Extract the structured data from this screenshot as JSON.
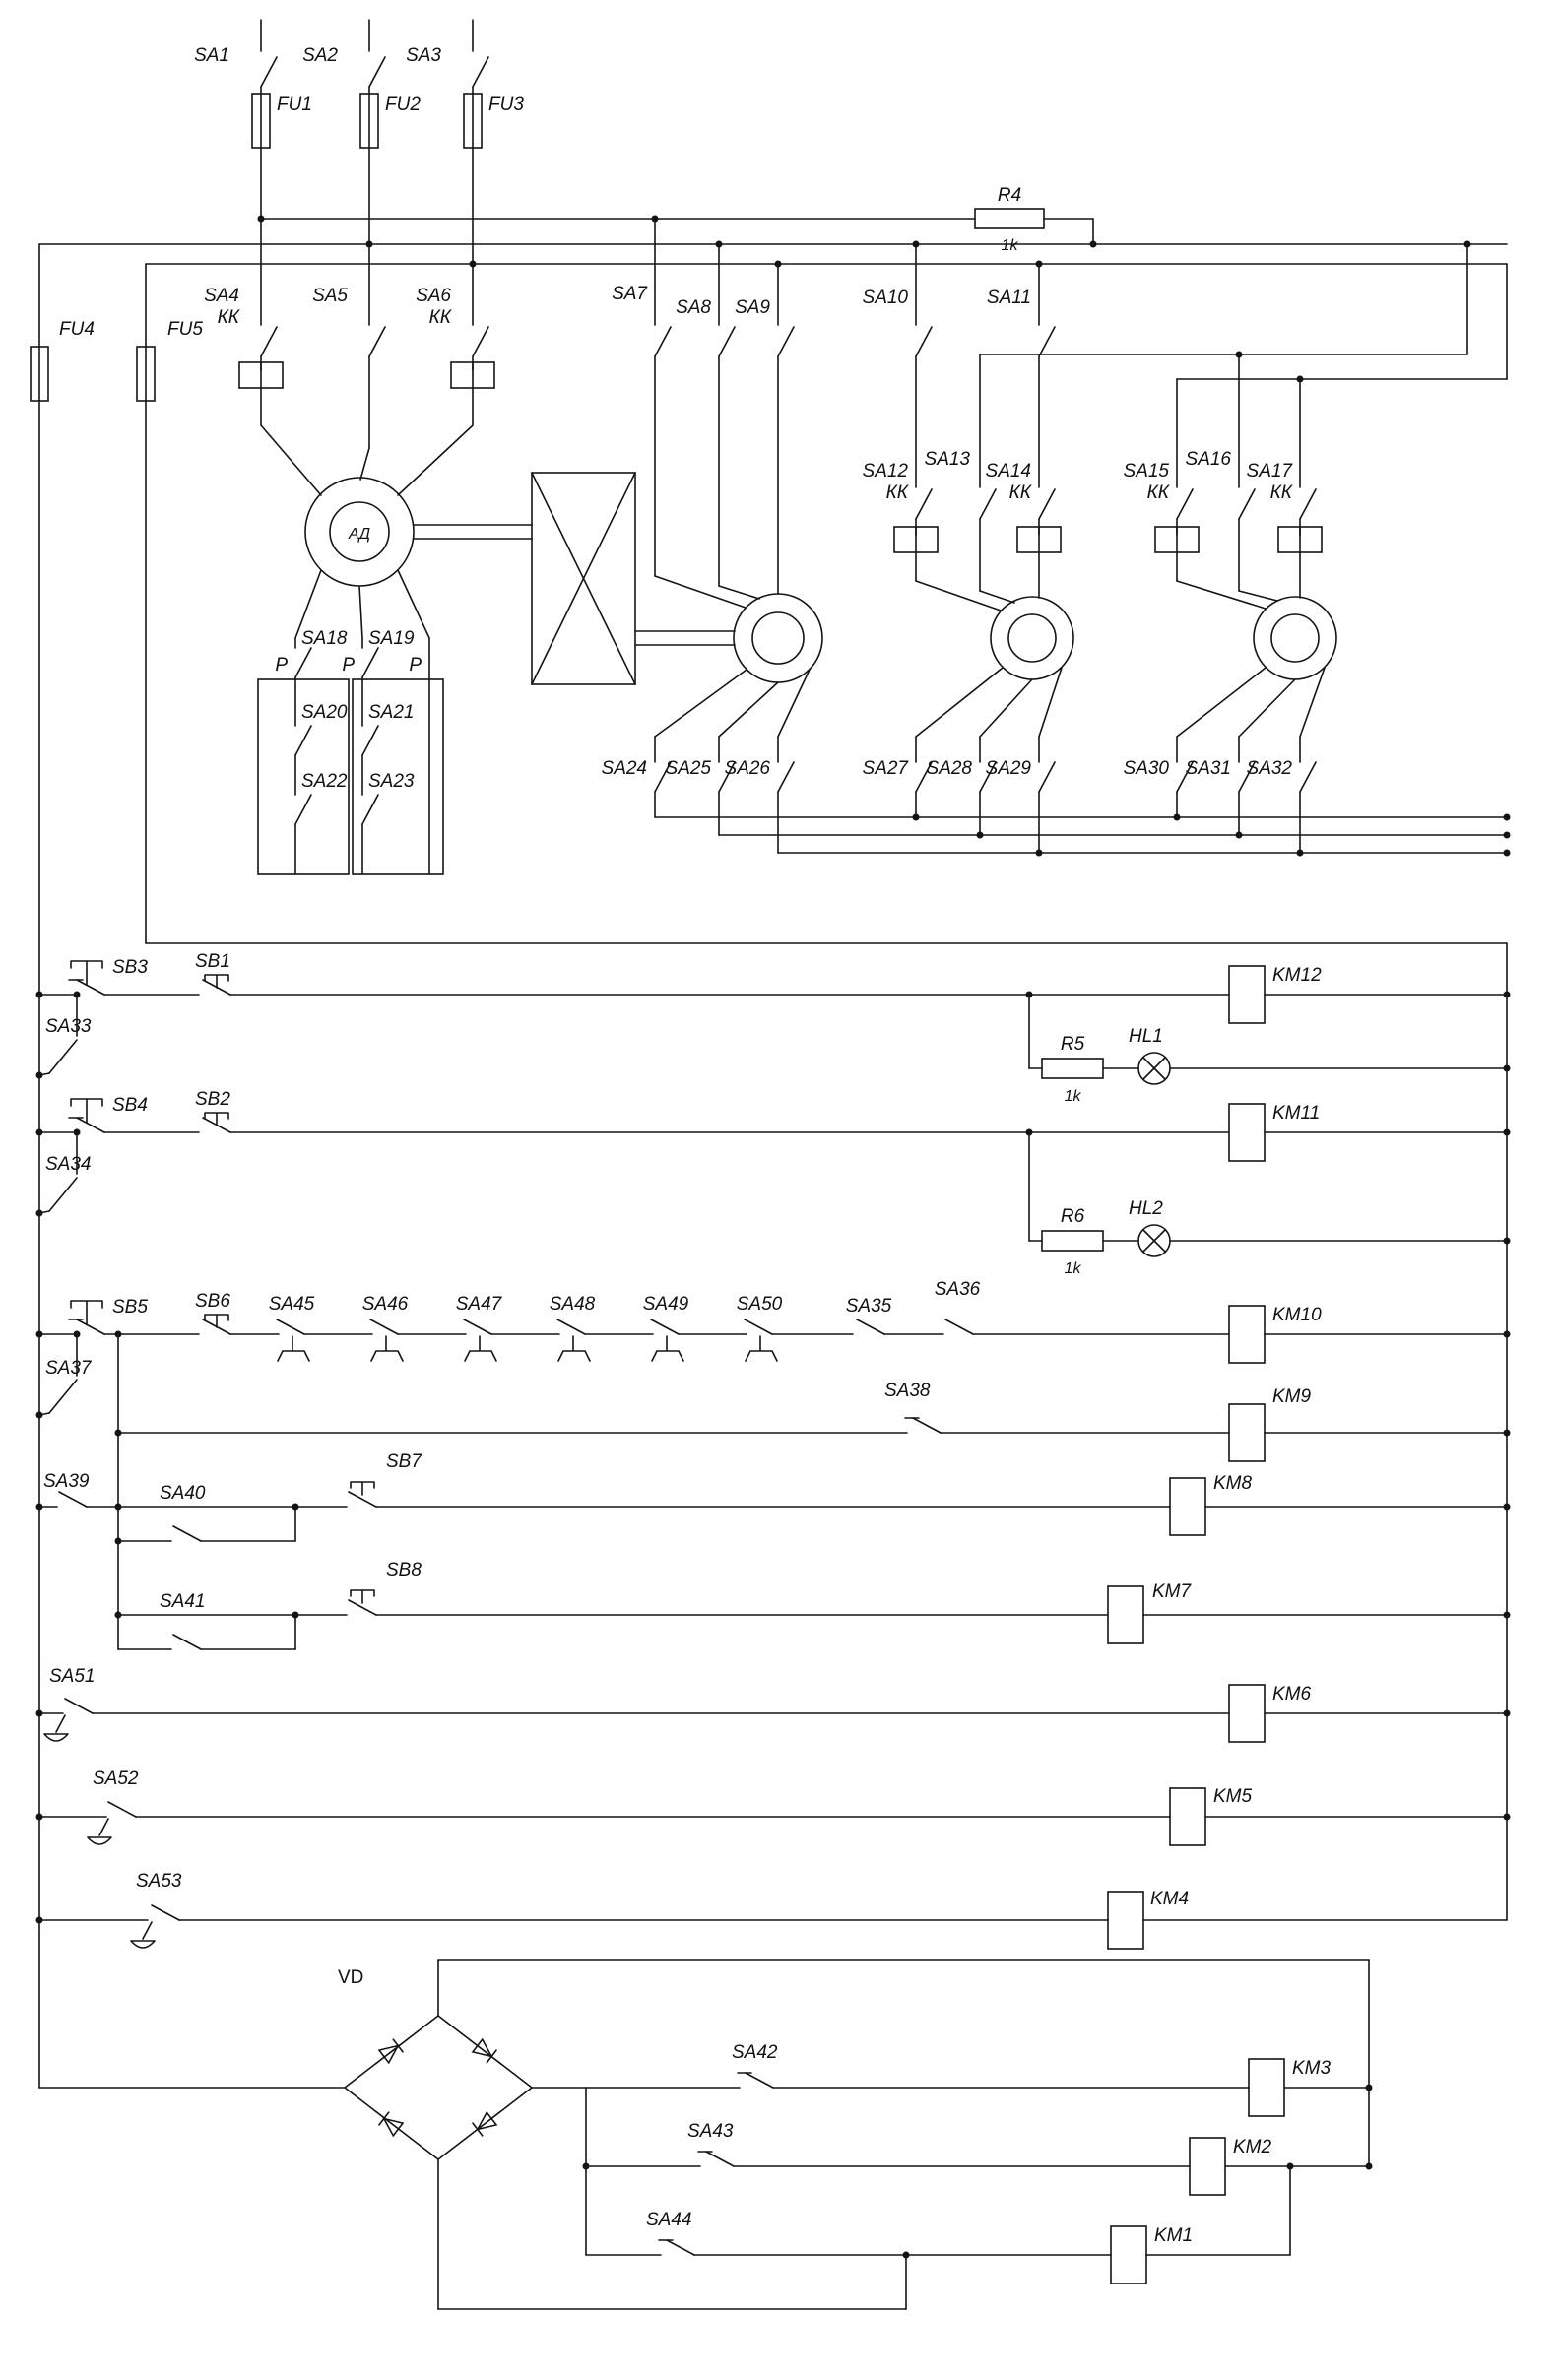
{
  "power": {
    "supply_switches": [
      "SA1",
      "SA2",
      "SA3"
    ],
    "line_fuses": [
      "FU1",
      "FU2",
      "FU3"
    ],
    "control_fuses": [
      "FU4",
      "FU5"
    ],
    "resistor_r4": {
      "ref": "R4",
      "value": "1k"
    },
    "thermal_mark": "КК",
    "motor_main_label": "АД",
    "rotor_mark": "Р",
    "m1_contacts": [
      "SA4",
      "SA5",
      "SA6"
    ],
    "m2_contacts_top": [
      "SA7",
      "SA8",
      "SA9"
    ],
    "m34_contacts_top": [
      "SA10",
      "SA11"
    ],
    "m3_thermal": [
      "SA12",
      "SA13",
      "SA14"
    ],
    "m4_thermal": [
      "SA15",
      "SA16",
      "SA17"
    ],
    "rotor_upper": [
      "SA18",
      "SA19"
    ],
    "rotor_mid": [
      "SA20",
      "SA21"
    ],
    "rotor_lower": [
      "SA22",
      "SA23"
    ],
    "m2_contacts_bottom": [
      "SA24",
      "SA25",
      "SA26"
    ],
    "m3_contacts_bottom": [
      "SA27",
      "SA28",
      "SA29"
    ],
    "m4_contacts_bottom": [
      "SA30",
      "SA31",
      "SA32"
    ]
  },
  "control": {
    "row1": {
      "stop": "SB3",
      "aux": "SA33",
      "start": "SB1",
      "coil": "KM12",
      "resistor": {
        "ref": "R5",
        "value": "1k"
      },
      "lamp": "HL1"
    },
    "row2": {
      "stop": "SB4",
      "aux": "SA34",
      "start": "SB2",
      "coil": "KM11",
      "resistor": {
        "ref": "R6",
        "value": "1k"
      },
      "lamp": "HL2"
    },
    "row3": {
      "stop": "SB5",
      "aux": "SA37",
      "start": "SB6",
      "limits": [
        "SA45",
        "SA46",
        "SA47",
        "SA48",
        "SA49",
        "SA50"
      ],
      "sa35": "SA35",
      "sa36": "SA36",
      "coil": "KM10"
    },
    "row4": {
      "contact": "SA38",
      "coil": "KM9"
    },
    "row5": {
      "contact1": "SA39",
      "contact2": "SA40",
      "button": "SB7",
      "coil": "KM8"
    },
    "row6": {
      "contact": "SA41",
      "button": "SB8",
      "coil": "KM7"
    },
    "row7": {
      "contact": "SA51",
      "coil": "KM6"
    },
    "row8": {
      "contact": "SA52",
      "coil": "KM5"
    },
    "row9": {
      "contact": "SA53",
      "coil": "KM4"
    },
    "bridge": "VD",
    "row10": {
      "contact": "SA42",
      "coil": "KM3"
    },
    "row11": {
      "contact": "SA43",
      "coil": "KM2"
    },
    "row12": {
      "contact": "SA44",
      "coil": "KM1"
    }
  }
}
